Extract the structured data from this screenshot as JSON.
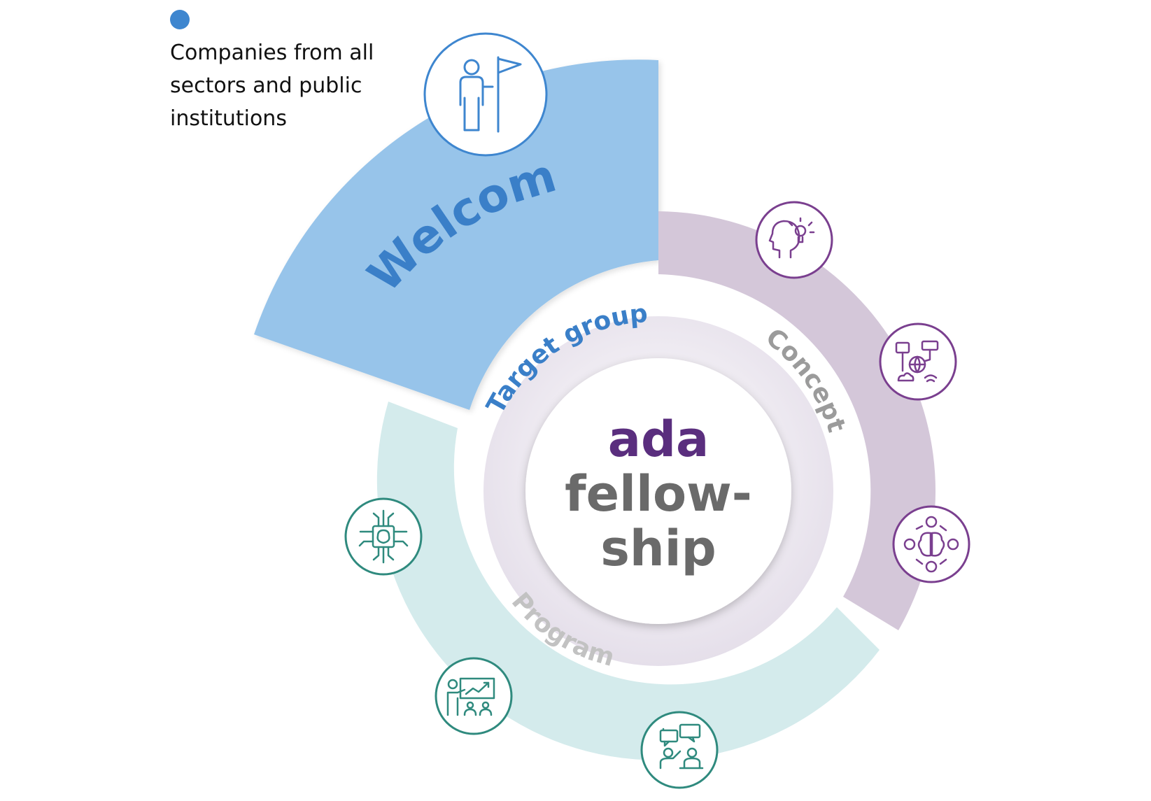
{
  "legend": {
    "dot_color": "#3e86cf",
    "text": "Companies from all\nsectors and public\ninstitutions"
  },
  "segments": {
    "target_group": {
      "outer_label": "Welcome",
      "inner_label": "Target group",
      "color": "#97c4ea",
      "text_color": "#3a7fc8"
    },
    "concept": {
      "inner_label": "Concept",
      "color": "#d4c7d9",
      "text_color": "#9b9b9b"
    },
    "program": {
      "inner_label": "Program",
      "color": "#d4ebec",
      "text_color": "#c2c2c2"
    }
  },
  "center": {
    "line1": "ada",
    "line2": "fellow-",
    "line3": "ship",
    "line1_color": "#5a2e7e",
    "text_color": "#6a6a6a"
  },
  "icons": {
    "welcome": "person-with-flag-icon",
    "concept": [
      "head-lightbulb-icon",
      "network-globe-icon",
      "brain-community-icon"
    ],
    "program": [
      "ai-chip-brain-icon",
      "presentation-icon",
      "discussion-icon"
    ],
    "blue": "#3e86cf",
    "purple": "#7a3f8f",
    "teal": "#2f8a7e"
  }
}
